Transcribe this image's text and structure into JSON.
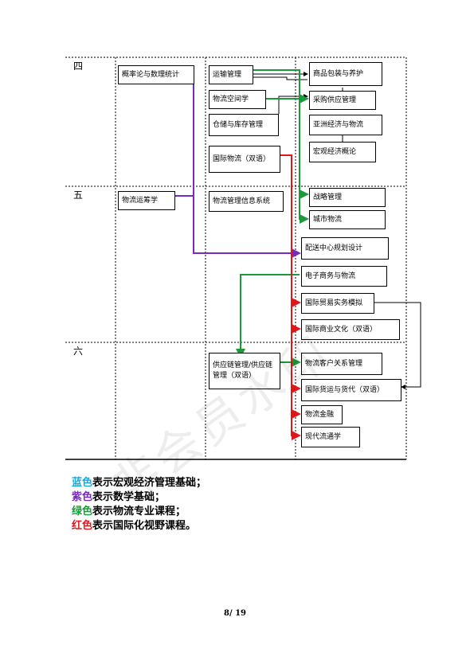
{
  "semesters": [
    "四",
    "五",
    "六"
  ],
  "courses": {
    "prob": "概率论与数理统计",
    "or": "物流运筹学",
    "transport": "运输管理",
    "spatial": "物流空间学",
    "storage": "仓储与库存管理",
    "intl_logistics": "国际物流（双语）",
    "mis": "物流管理信息系统",
    "scm": "供应链管理/供应链管理（双语）",
    "packaging": "商品包装与养护",
    "procurement": "采购供应管理",
    "asia_econ": "亚洲经济与物流",
    "macro": "宏观经济概论",
    "strategy": "战略管理",
    "city": "城市物流",
    "dc_design": "配送中心规划设计",
    "ecommerce": "电子商务与物流",
    "trade_sim": "国际贸易实务模拟",
    "culture": "国际商业文化（双语）",
    "crm": "物流客户关系管理",
    "forwarding": "国际货运与货代（双语）",
    "finance": "物流金融",
    "circulation": "现代流通学"
  },
  "legend": [
    {
      "color_word": "蓝色",
      "text": "表示宏观经济管理基础；",
      "color": "#1aa7e0"
    },
    {
      "color_word": "紫色",
      "text": "表示数学基础；",
      "color": "#7a2bbf"
    },
    {
      "color_word": "绿色",
      "text": "表示物流专业课程；",
      "color": "#1a9a3a"
    },
    {
      "color_word": "红色",
      "text": "表示国际化视野课程。",
      "color": "#e0161b"
    }
  ],
  "colors": {
    "purple": "#7a2bbf",
    "green": "#1a9a3a",
    "red": "#e0161b",
    "black": "#000000"
  },
  "watermark": "非会员水印",
  "page_number": "8/ 19"
}
